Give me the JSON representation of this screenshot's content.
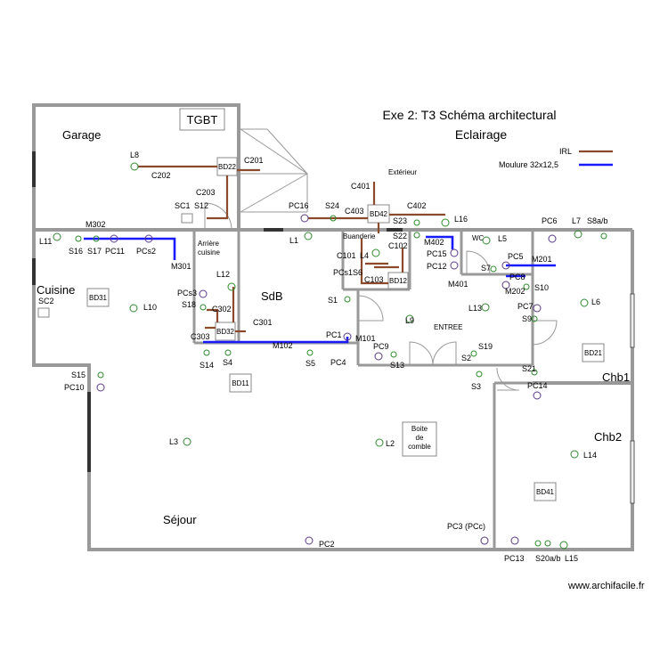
{
  "title": "Exe 2: T3 Schéma architectural",
  "subtitle": "Eclairage",
  "legend": [
    {
      "label": "IRL",
      "color": "#8B4A2B"
    },
    {
      "label": "Moulure 32x12,5",
      "color": "#1a1aff"
    }
  ],
  "rooms": {
    "garage": "Garage",
    "cuisine": "Cuisine",
    "sdb": "SdB",
    "entree": "ENTREE",
    "wc": "WC",
    "buanderie": "Buanderie",
    "arriere_cuisine_1": "Arrière",
    "arriere_cuisine_2": "cuisine",
    "sejour": "Séjour",
    "chb1": "Chb1",
    "chb2": "Chb2",
    "exterieur": "Extérieur",
    "boite_1": "Boite",
    "boite_2": "de",
    "boite_3": "comble"
  },
  "tgbt": "TGBT",
  "boxes": [
    "BD22",
    "BD42",
    "BD12",
    "BD31",
    "BD32",
    "BD11",
    "BD21",
    "BD41"
  ],
  "labels": {
    "L8": "L8",
    "C202": "C202",
    "C201": "C201",
    "C203": "C203",
    "SC1": "SC1",
    "S12": "S12",
    "M302": "M302",
    "L11": "L11",
    "S16": "S16",
    "S17": "S17",
    "PC11": "PC11",
    "PCs2": "PCs2",
    "M301": "M301",
    "SC2": "SC2",
    "L10": "L10",
    "PCs3": "PCs3",
    "S18": "S18",
    "C302": "C302",
    "C303": "C303",
    "L12": "L12",
    "C301": "C301",
    "S14": "S14",
    "S4": "S4",
    "M102": "M102",
    "S5": "S5",
    "PC4": "PC4",
    "PC16": "PC16",
    "S24": "S24",
    "C403": "C403",
    "C401": "C401",
    "C402": "C402",
    "S23": "S23",
    "L16": "L16",
    "L1": "L1",
    "S22": "S22",
    "C102": "C102",
    "C101": "C101",
    "L4": "L4",
    "PCs1S6": "PCs1S6",
    "C103": "C103",
    "M402": "M402",
    "PC15": "PC15",
    "PC12": "PC12",
    "M401": "M401",
    "L5": "L5",
    "S7": "S7",
    "PC5": "PC5",
    "M201": "M201",
    "PC8": "PC8",
    "M202": "M202",
    "S10": "S10",
    "PC6": "PC6",
    "L7": "L7",
    "S8ab": "S8a/b",
    "L6": "L6",
    "PC7": "PC7",
    "S9": "S9",
    "S1": "S1",
    "L9": "L9",
    "L13": "L13",
    "PC1": "PC1",
    "M101": "M101",
    "PC9": "PC9",
    "S13": "S13",
    "S19": "S19",
    "S2": "S2",
    "S3": "S3",
    "S21": "S21",
    "PC14": "PC14",
    "S15": "S15",
    "PC10": "PC10",
    "L3": "L3",
    "L2": "L2",
    "L14": "L14",
    "PC3": "PC3 (PCc)",
    "PC2": "PC2",
    "PC13": "PC13",
    "S20ab": "S20a/b",
    "L15": "L15"
  },
  "watermark": "www.archifacile.fr"
}
